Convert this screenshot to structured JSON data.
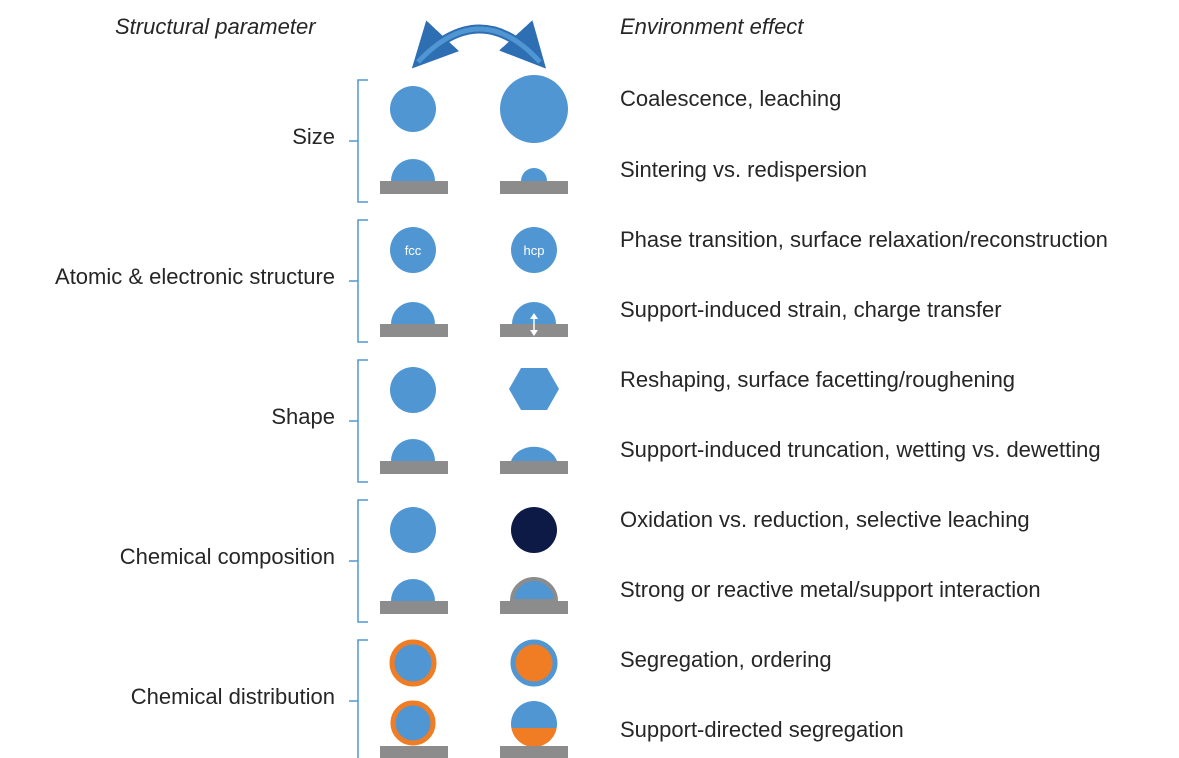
{
  "headers": {
    "left": "Structural parameter",
    "right": "Environment effect"
  },
  "colors": {
    "particle": "#5096d2",
    "support": "#8c8c8c",
    "oxide": "#0c1a45",
    "second_metal": "#f07c24",
    "bracket": "#5096d2",
    "arrow": "#2e6eb3"
  },
  "rows": [
    {
      "category": "Size",
      "effects": [
        "Coalescence, leaching",
        "Sintering vs. redispersion"
      ]
    },
    {
      "category": "Atomic & electronic structure",
      "particle_labels": [
        "fcc",
        "hcp"
      ],
      "effects": [
        "Phase transition, surface relaxation/reconstruction",
        "Support-induced strain, charge transfer"
      ]
    },
    {
      "category": "Shape",
      "effects": [
        "Reshaping, surface facetting/roughening",
        "Support-induced truncation, wetting vs. dewetting"
      ]
    },
    {
      "category": "Chemical composition",
      "effects": [
        "Oxidation vs. reduction, selective leaching",
        "Strong or reactive metal/support interaction"
      ]
    },
    {
      "category": "Chemical distribution",
      "effects": [
        "Segregation, ordering",
        "Support-directed segregation"
      ]
    }
  ]
}
